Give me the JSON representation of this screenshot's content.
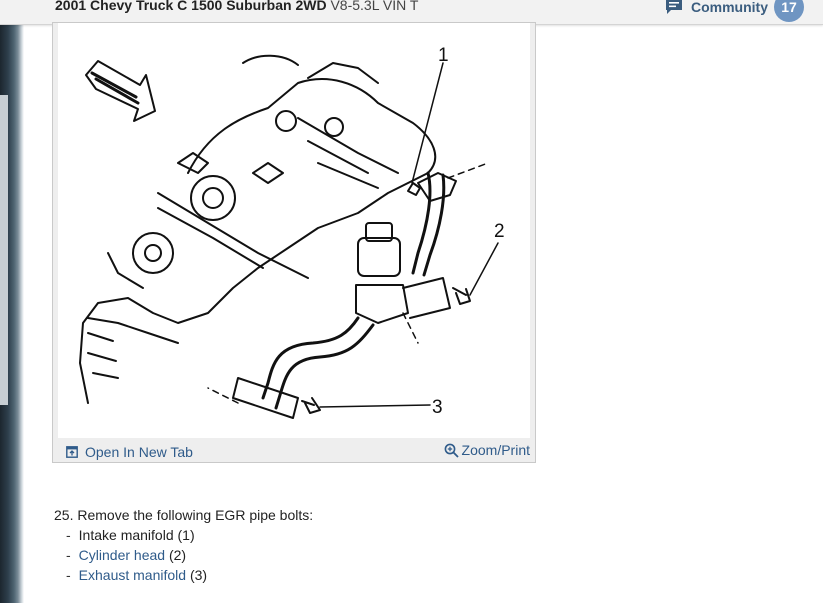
{
  "header": {
    "vehicle_title": "2001 Chevy Truck C 1500 Suburban 2WD",
    "engine": "V8-5.3L VIN T",
    "community_label": "Community",
    "community_count": "17"
  },
  "figure": {
    "callouts": [
      "1",
      "2",
      "3"
    ],
    "open_tab_label": "Open In New Tab",
    "zoom_print_label": "Zoom/Print"
  },
  "step": {
    "text": "25. Remove the following EGR pipe bolts:",
    "items": [
      {
        "dash": "-",
        "name": "Intake manifold",
        "ref": "(1)"
      },
      {
        "dash": "-",
        "name": "Cylinder head",
        "ref": "(2)"
      },
      {
        "dash": "-",
        "name": "Exhaust manifold",
        "ref": "(3)"
      }
    ]
  },
  "colors": {
    "link": "#2f5b8a",
    "community_badge": "#6f95c2",
    "community_text": "#3b5d7f"
  },
  "icons": [
    "chat-icon",
    "open-new-tab-icon",
    "zoom-icon"
  ]
}
